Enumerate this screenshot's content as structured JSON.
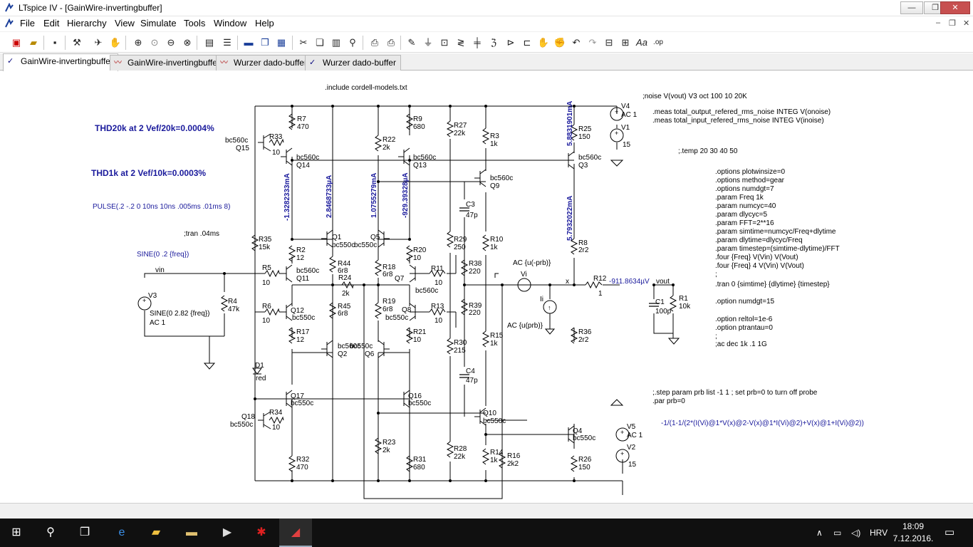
{
  "window": {
    "title": "LTspice IV - [GainWire-invertingbuffer]",
    "minimize": "—",
    "maximize": "❐",
    "close": "✕"
  },
  "menu": {
    "items": [
      "File",
      "Edit",
      "Hierarchy",
      "View",
      "Simulate",
      "Tools",
      "Window",
      "Help"
    ],
    "mdi_min": "–",
    "mdi_restore": "❐",
    "mdi_close": "✕"
  },
  "toolbar": {
    "icons": [
      "new-schematic-icon",
      "open-icon",
      "save-icon",
      "control-panel-icon",
      "run-icon",
      "halt-icon",
      "zoom-in-icon",
      "zoom-pan-icon",
      "zoom-out-icon",
      "zoom-cancel-icon",
      "autorange-icon",
      "tile-horizontal-icon",
      "cascade-icon",
      "tile-vertical-icon",
      "cut-icon",
      "copy-icon",
      "paste-icon",
      "find-icon",
      "print-setup-icon",
      "print-icon",
      "pencil-icon",
      "ground-icon",
      "label-icon",
      "resistor-icon",
      "capacitor-icon",
      "inductor-icon",
      "diode-icon",
      "component-icon",
      "move-icon",
      "drag-icon",
      "undo-icon",
      "redo-icon",
      "rotate-icon",
      "mirror-icon",
      "text-icon",
      "spice-directive-icon"
    ]
  },
  "tabs": [
    {
      "label": "GainWire-invertingbuffer",
      "kind": "schematic",
      "active": true
    },
    {
      "label": "GainWire-invertingbuffer",
      "kind": "waveform",
      "active": false
    },
    {
      "label": "Wurzer dado-buffer",
      "kind": "waveform",
      "active": false
    },
    {
      "label": "Wurzer dado-buffer",
      "kind": "schematic",
      "active": false
    }
  ],
  "schematic": {
    "include": ".include cordell-models.txt",
    "noise_directive": ";noise V(vout) V3 oct 100 10 20K",
    "meas1": ".meas total_output_refered_rms_noise INTEG V(onoise)",
    "meas2": ".meas total_input_refered_rms_noise INTEG V(inoise)",
    "temp": ";.temp 20 30 40 50",
    "options_block": [
      ".options plotwinsize=0",
      ".options method=gear",
      ".options numdgt=7",
      ".param Freq 1k",
      ".param numcyc=40",
      ".param dlycyc=5",
      ".param FFT=2**16",
      ".param simtime=numcyc/Freq+dlytime",
      ".param dlytime=dlycyc/Freq",
      ".param timestep=(simtime-dlytime)/FFT",
      ".four {Freq} V(Vin) V(Vout)",
      ".four {Freq} 4 V(Vin) V(Vout)",
      ";",
      ".tran 0 {simtime} {dlytime} {timestep}",
      "",
      ".option numdgt=15",
      "",
      ".option reltol=1e-6",
      ".option ptrantau=0",
      ";",
      ";ac dec 1k .1 1G"
    ],
    "step": ";.step param prb list -1 1 ; set prb=0 to turn off probe",
    "par": ".par prb=0",
    "formula": "-1/(1-1/(2*(I(Vi)@1*V(x)@2-V(x)@1*I(Vi)@2)+V(x)@1+I(Vi)@2))",
    "thd20k": "THD20k at 2 Vef/20k=0.0004%",
    "thd1k": "THD1k at 2  Vef/10k=0.0003%",
    "pulse": "PULSE(.2 -.2 0 10ns 10ns .005ms .01ms 8)",
    "tran": ";tran .04ms",
    "sine_label": "SINE(0 .2 {freq})",
    "vin_net": "vin",
    "vout_net": "vout",
    "x_net": "x",
    "vout_reading": "-911.8634µV",
    "currents": {
      "i1": "-1.3282333mA",
      "i2": "2.8468733µA",
      "i3": "1.0755279mA",
      "i4": "-929.39328µA",
      "i5": "5.8831901mA",
      "i6": "5.7932022mA"
    },
    "v3": {
      "name": "V3",
      "value": "SINE(0 2.82 {freq})",
      "ac": "AC 1"
    },
    "v4": {
      "name": "V4",
      "ac": "AC 1"
    },
    "v1": {
      "name": "V1",
      "value": "15"
    },
    "v5": {
      "name": "V5",
      "ac": "AC 1"
    },
    "v2": {
      "name": "V2",
      "value": "15"
    },
    "vi": {
      "name": "Vi",
      "ac": "AC {u(-prb)}"
    },
    "ii": {
      "name": "Ii",
      "ac": "AC {u(prb)}"
    },
    "resistors": [
      {
        "name": "R7",
        "value": "470"
      },
      {
        "name": "R33",
        "value": "10"
      },
      {
        "name": "R9",
        "value": "680"
      },
      {
        "name": "R22",
        "value": "2k"
      },
      {
        "name": "R27",
        "value": "22k"
      },
      {
        "name": "R3",
        "value": "1k"
      },
      {
        "name": "R25",
        "value": "150"
      },
      {
        "name": "R35",
        "value": "15k"
      },
      {
        "name": "R2",
        "value": "12"
      },
      {
        "name": "R44",
        "value": "6r8"
      },
      {
        "name": "R18",
        "value": "6r8"
      },
      {
        "name": "R20",
        "value": "10"
      },
      {
        "name": "R29",
        "value": "250"
      },
      {
        "name": "R10",
        "value": "1k"
      },
      {
        "name": "R8",
        "value": "2r2"
      },
      {
        "name": "R5",
        "value": "10"
      },
      {
        "name": "R24",
        "value": "2k"
      },
      {
        "name": "R11",
        "value": "10"
      },
      {
        "name": "R38",
        "value": "220"
      },
      {
        "name": "R12",
        "value": "1"
      },
      {
        "name": "R1",
        "value": "10k"
      },
      {
        "name": "R4",
        "value": "47k"
      },
      {
        "name": "R6",
        "value": "10"
      },
      {
        "name": "R45",
        "value": "6r8"
      },
      {
        "name": "R19",
        "value": "6r8"
      },
      {
        "name": "R13",
        "value": "10"
      },
      {
        "name": "R39",
        "value": "220"
      },
      {
        "name": "R17",
        "value": "12"
      },
      {
        "name": "R21",
        "value": "10"
      },
      {
        "name": "R30",
        "value": "215"
      },
      {
        "name": "R15",
        "value": "1k"
      },
      {
        "name": "R36",
        "value": "2r2"
      },
      {
        "name": "R34",
        "value": "10"
      },
      {
        "name": "R23",
        "value": "2k"
      },
      {
        "name": "R28",
        "value": "22k"
      },
      {
        "name": "R14",
        "value": "1k"
      },
      {
        "name": "R16",
        "value": "2k2"
      },
      {
        "name": "R26",
        "value": "150"
      },
      {
        "name": "R32",
        "value": "470"
      },
      {
        "name": "R31",
        "value": "680"
      }
    ],
    "capacitors": [
      {
        "name": "C3",
        "value": "47p"
      },
      {
        "name": "C4",
        "value": "47p"
      },
      {
        "name": "C1",
        "value": "100p"
      }
    ],
    "transistors": [
      {
        "name": "Q15",
        "model": "bc560c"
      },
      {
        "name": "Q14",
        "model": "bc560c"
      },
      {
        "name": "Q13",
        "model": "bc560c"
      },
      {
        "name": "Q9",
        "model": "bc560c"
      },
      {
        "name": "Q3",
        "model": "bc560c"
      },
      {
        "name": "Q1",
        "model": "bc550c"
      },
      {
        "name": "Q5",
        "model": "bc550c"
      },
      {
        "name": "Q11",
        "model": "bc560c"
      },
      {
        "name": "Q7",
        "model": "bc560c"
      },
      {
        "name": "Q12",
        "model": "bc550c"
      },
      {
        "name": "Q8",
        "model": "bc550c"
      },
      {
        "name": "Q2",
        "model": "bc560c"
      },
      {
        "name": "Q6",
        "model": "bc550c"
      },
      {
        "name": "Q17",
        "model": "bc550c"
      },
      {
        "name": "Q16",
        "model": "bc550c"
      },
      {
        "name": "Q18",
        "model": "bc550c"
      },
      {
        "name": "Q10",
        "model": "bc550c"
      },
      {
        "name": "Q4",
        "model": "bc550c"
      }
    ],
    "diode": {
      "name": "D1",
      "model": "red"
    }
  },
  "taskbar": {
    "lang": "HRV",
    "time": "18:09",
    "date": "7.12.2016.",
    "apps": [
      "start-icon",
      "search-icon",
      "task-view-icon",
      "edge-icon",
      "file-explorer-icon",
      "folder-icon",
      "media-icon",
      "app-red-icon",
      "ltspice-icon"
    ]
  }
}
